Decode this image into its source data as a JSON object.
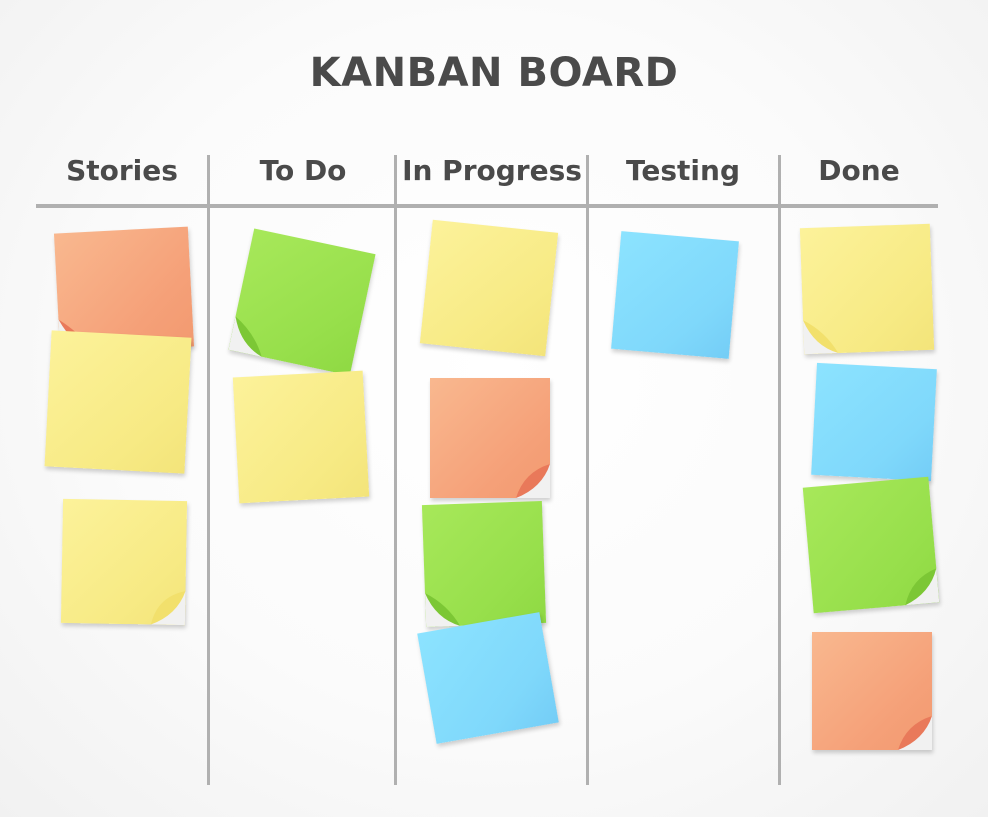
{
  "title": "KANBAN BOARD",
  "columns": [
    {
      "key": "stories",
      "label": "Stories"
    },
    {
      "key": "todo",
      "label": "To Do"
    },
    {
      "key": "in_progress",
      "label": "In Progress"
    },
    {
      "key": "testing",
      "label": "Testing"
    },
    {
      "key": "done",
      "label": "Done"
    }
  ],
  "colors": {
    "orange": "#f7a77f",
    "yellow": "#f8ec88",
    "green": "#99e04d",
    "blue": "#80d9fb",
    "text": "#4a4a4a",
    "rules": "#b0b0b0"
  },
  "notes": {
    "stories": [
      "orange",
      "yellow",
      "yellow"
    ],
    "todo": [
      "green",
      "yellow"
    ],
    "in_progress": [
      "yellow",
      "orange",
      "green",
      "blue"
    ],
    "testing": [
      "blue"
    ],
    "done": [
      "yellow",
      "blue",
      "green",
      "orange"
    ]
  }
}
